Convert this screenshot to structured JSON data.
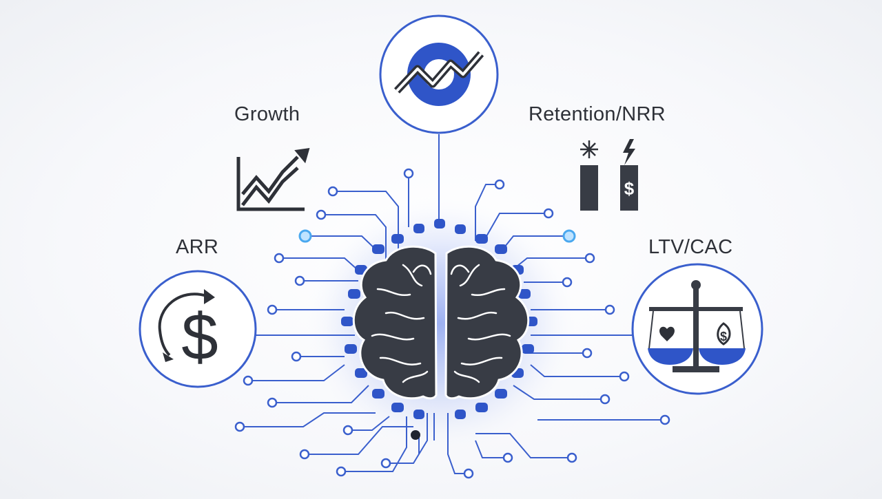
{
  "diagram": {
    "center": {
      "icon": "brain-icon"
    },
    "nodes": [
      {
        "id": "top",
        "label": "",
        "icon": "trend-ring-icon"
      },
      {
        "id": "growth",
        "label": "Growth",
        "icon": "growth-chart-icon"
      },
      {
        "id": "retention",
        "label": "Retention/NRR",
        "icon": "retention-bars-icon"
      },
      {
        "id": "arr",
        "label": "ARR",
        "icon": "recurring-dollar-icon"
      },
      {
        "id": "ltv_cac",
        "label": "LTV/CAC",
        "icon": "balance-scale-icon"
      }
    ]
  },
  "colors": {
    "accent": "#3a5fcd",
    "dark": "#383c45",
    "glow": "#6f8ff0"
  }
}
